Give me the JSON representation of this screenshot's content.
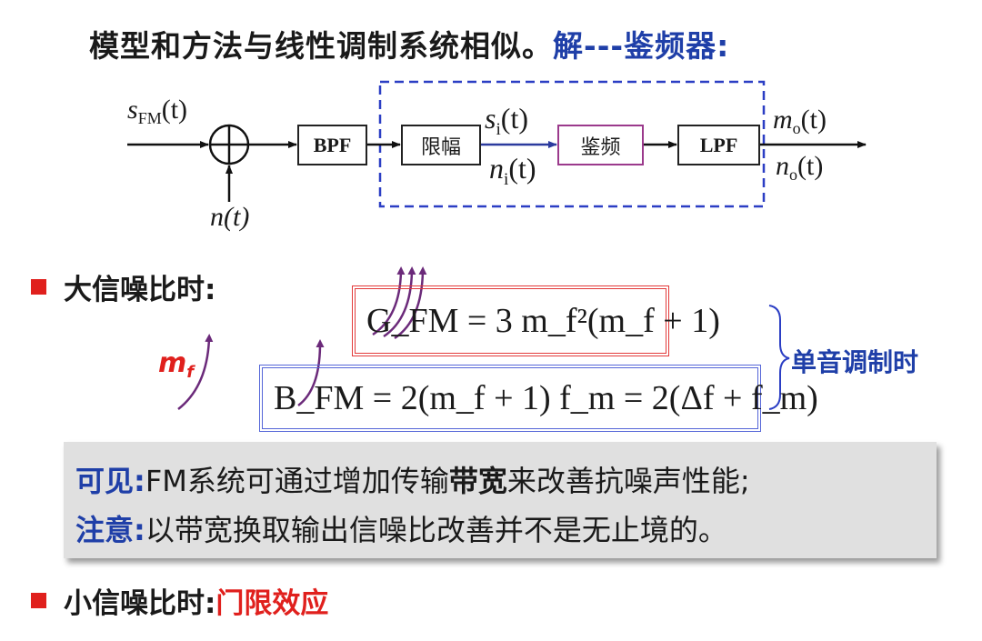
{
  "title": {
    "main": "模型和方法与线性调制系统相似。",
    "highlight": "解---鉴频器:"
  },
  "diagram": {
    "input_signal": "s",
    "input_sub": "FM",
    "input_arg": "(t)",
    "noise": "n(t)",
    "plus_symbol": "+",
    "blocks": {
      "bpf": "BPF",
      "limiter": "限幅",
      "discriminator": "鉴频",
      "lpf": "LPF"
    },
    "si": "s",
    "si_sub": "i",
    "si_arg": "(t)",
    "ni": "n",
    "ni_sub": "i",
    "ni_arg": "(t)",
    "mo": "m",
    "mo_sub": "o",
    "mo_arg": "(t)",
    "no": "n",
    "no_sub": "o",
    "no_arg": "(t)"
  },
  "section_high": {
    "label": "大信噪比时:"
  },
  "mf_label": "m",
  "mf_sub": "f",
  "formula_gain": "G_FM = 3 m_f²(m_f + 1)",
  "formula_bandwidth": "B_FM = 2(m_f + 1) f_m = 2(Δf + f_m)",
  "single_tone_note": "单音调制时",
  "notes": {
    "line1_key": "可见:",
    "line1_pre": "FM系统可通过增加传输",
    "line1_bold": "带宽",
    "line1_post": "来改善抗噪声性能;",
    "line2_key": "注意:",
    "line2_text": "以带宽换取输出信噪比改善并不是无止境的。"
  },
  "section_low": {
    "label": "小信噪比时:",
    "value": "门限效应"
  },
  "colors": {
    "blue": "#1f3fa8",
    "red": "#e0201d",
    "purple": "#6b2a7a",
    "formula_red": "#e33a3a",
    "formula_blue": "#5566d8"
  }
}
